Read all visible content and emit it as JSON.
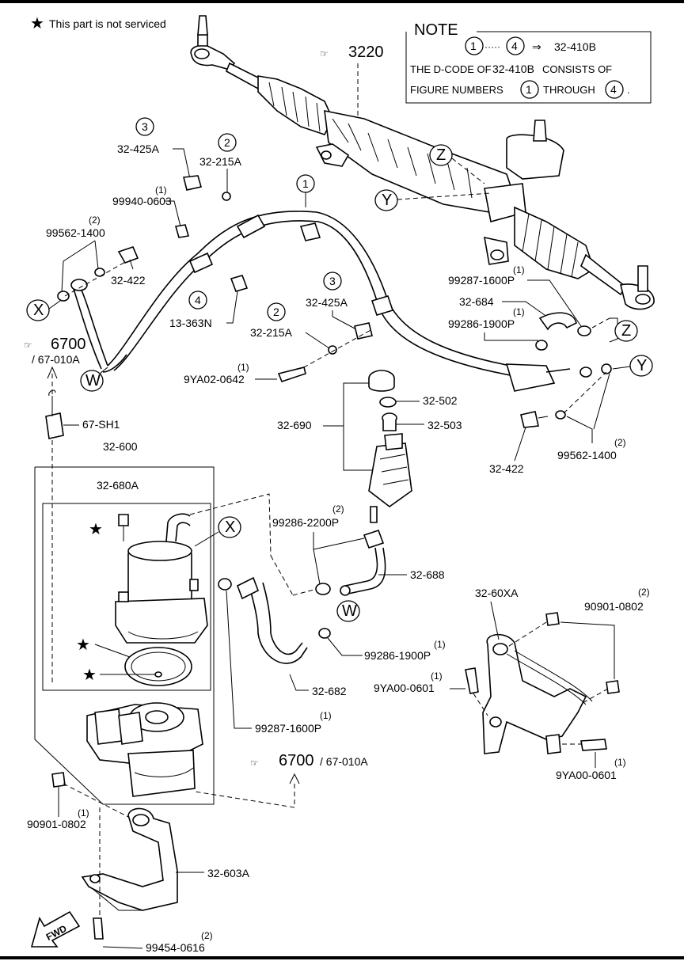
{
  "legend": {
    "star": "★",
    "text": "This part is not serviced"
  },
  "note": {
    "title": "NOTE",
    "range_from": "1",
    "range_sep": "·····",
    "range_to": "4",
    "arrow": "⇒",
    "ref": "32-410B",
    "line2_a": "THE D-CODE OF",
    "line2_b": "32-410B",
    "line2_c": "CONSISTS OF",
    "line3_a": "FIGURE NUMBERS",
    "line3_num1": "1",
    "line3_b": "THROUGH",
    "line3_num2": "4",
    "line3_c": "."
  },
  "refs": {
    "r3220": "3220",
    "r6700_top": "6700",
    "r67010a_top": "/ 67-010A",
    "r6700_bot": "6700",
    "r67010a_bot": "/ 67-010A"
  },
  "markers": {
    "x": "X",
    "w": "W",
    "y": "Y",
    "z": "Z"
  },
  "circled": {
    "n1": "1",
    "n2": "2",
    "n3": "3",
    "n4": "4"
  },
  "parts": {
    "p32_425A_a": "32-425A",
    "p32_215A_a": "32-215A",
    "p99940_0603": "99940-0603",
    "q99940_0603": "(1)",
    "p99562_1400_a": "99562-1400",
    "q99562_1400_a": "(2)",
    "p32_422_a": "32-422",
    "p13_363N": "13-363N",
    "p32_425A_b": "32-425A",
    "p32_215A_b": "32-215A",
    "p9YA02_0642": "9YA02-0642",
    "q9YA02_0642": "(1)",
    "p99287_1600P_a": "99287-1600P",
    "q99287_1600P_a": "(1)",
    "p32_684": "32-684",
    "p99286_1900P_a": "99286-1900P",
    "q99286_1900P_a": "(1)",
    "p32_502": "32-502",
    "p32_690": "32-690",
    "p32_503": "32-503",
    "p32_422_b": "32-422",
    "p99562_1400_b": "99562-1400",
    "q99562_1400_b": "(2)",
    "p67_SH1": "67-SH1",
    "p32_600": "32-600",
    "p32_680A": "32-680A",
    "p99286_2200P": "99286-2200P",
    "q99286_2200P": "(2)",
    "p32_688": "32-688",
    "p32_60XA": "32-60XA",
    "p90901_0802_a": "90901-0802",
    "q90901_0802_a": "(2)",
    "p99286_1900P_b": "99286-1900P",
    "q99286_1900P_b": "(1)",
    "p9YA00_0601_a": "9YA00-0601",
    "q9YA00_0601_a": "(1)",
    "p32_682": "32-682",
    "p99287_1600P_b": "99287-1600P",
    "q99287_1600P_b": "(1)",
    "p9YA00_0601_b": "9YA00-0601",
    "q9YA00_0601_b": "(1)",
    "p90901_0802_b": "90901-0802",
    "q90901_0802_b": "(1)",
    "p32_603A": "32-603A",
    "p99454_0616": "99454-0616",
    "q99454_0616": "(2)"
  },
  "fwd": "FWD"
}
